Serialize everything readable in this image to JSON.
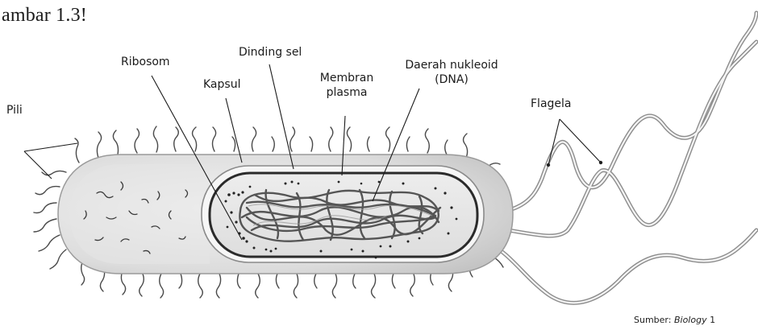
{
  "heading": "ambar 1.3!",
  "labels": {
    "pili": "Pili",
    "ribosom": "Ribosom",
    "kapsul": "Kapsul",
    "dinding_sel": "Dinding sel",
    "membran_line1": "Membran",
    "membran_line2": "plasma",
    "nukleoid_line1": "Daerah nukleoid",
    "nukleoid_line2": "(DNA)",
    "flagela": "Flagela"
  },
  "source": {
    "prefix": "Sumber:",
    "title": "Biology",
    "suffix": "1"
  }
}
